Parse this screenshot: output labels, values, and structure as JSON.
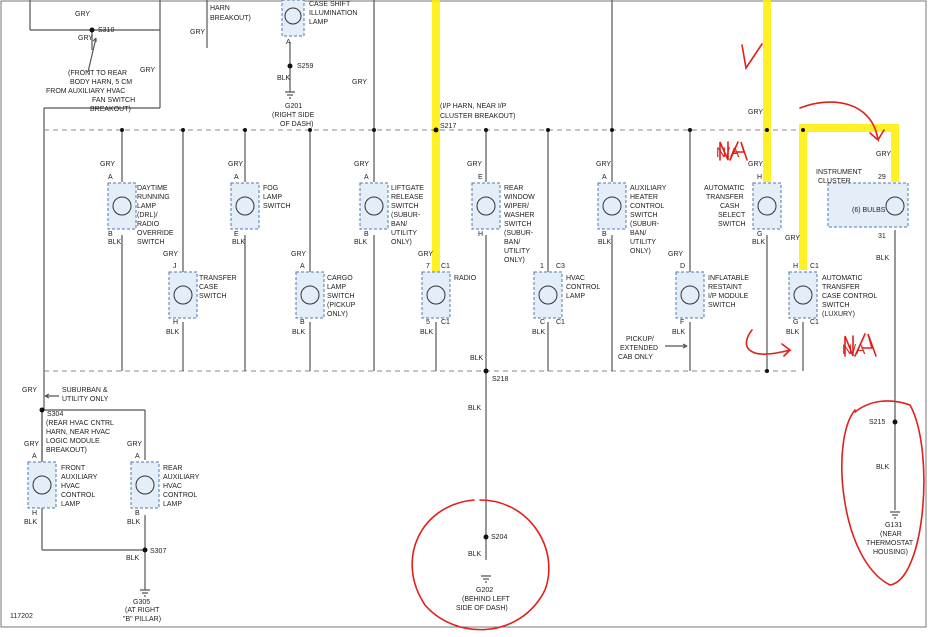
{
  "wire": {
    "gry": "GRY",
    "blk": "BLK"
  },
  "splices": {
    "s310": "S310",
    "s259": "S259",
    "s217": "S217",
    "s218": "S218",
    "s304": "S304",
    "s307": "S307",
    "s204": "S204",
    "s215": "S215"
  },
  "grounds": {
    "g201": "G201",
    "g305": "G305",
    "g202": "G202",
    "g131": "G131"
  },
  "notes": {
    "harn_breakout_1": "HARN",
    "harn_breakout_2": "BREAKOUT)",
    "front_rear_1": "(FRONT TO REAR",
    "front_rear_2": "BODY HARN, 5 CM",
    "front_rear_3": "FROM AUXILIARY HVAC",
    "front_rear_4": "FAN SWITCH",
    "front_rear_5": "BREAKOUT)",
    "g201_1": "(RIGHT SIDE",
    "g201_2": "OF DASH)",
    "ip_1": "(I/P HARN, NEAR I/P",
    "ip_2": "CLUSTER BREAKOUT)",
    "suburban_1": "SUBURBAN &",
    "suburban_2": "UTILITY ONLY",
    "s304_1": "(REAR HVAC CNTRL",
    "s304_2": "HARN, NEAR HVAC",
    "s304_3": "LOGIC MODULE",
    "s304_4": "BREAKOUT)",
    "g305_1": "(AT RIGHT",
    "g305_2": "\"B\" PILLAR)",
    "g202_1": "(BEHIND LEFT",
    "g202_2": "SIDE OF DASH)",
    "g131_1": "(NEAR",
    "g131_2": "THERMOSTAT",
    "g131_3": "HOUSING)",
    "pickup_1": "PICKUP/",
    "pickup_2": "EXTENDED",
    "pickup_3": "CAB ONLY",
    "figure_id": "117202",
    "na_1": "N/A",
    "na_2": "N/A"
  },
  "components": {
    "case_shift": [
      "CASE SHIFT",
      "ILLUMINATION",
      "LAMP"
    ],
    "drl": [
      "DAYTIME",
      "RUNNING",
      "LAMP",
      "(DRL)/",
      "RADIO",
      "OVERRIDE",
      "SWITCH"
    ],
    "transfer_case": [
      "TRANSFER",
      "CASE",
      "SWITCH"
    ],
    "fog": [
      "FOG",
      "LAMP",
      "SWITCH"
    ],
    "cargo": [
      "CARGO",
      "LAMP",
      "SWITCH",
      "(PICKUP",
      "ONLY)"
    ],
    "liftgate": [
      "LIFTGATE",
      "RELEASE",
      "SWITCH",
      "(SUBUR-",
      "BAN/",
      "UTILITY",
      "ONLY)"
    ],
    "radio": [
      "RADIO"
    ],
    "rear_wiper": [
      "REAR",
      "WINDOW",
      "WIPER/",
      "WASHER",
      "SWITCH",
      "(SUBUR-",
      "BAN/",
      "UTILITY",
      "ONLY)"
    ],
    "hvac_control": [
      "HVAC",
      "CONTROL",
      "LAMP"
    ],
    "aux_heater": [
      "AUXILIARY",
      "HEATER",
      "CONTROL",
      "SWITCH",
      "(SUBUR-",
      "BAN/",
      "UTILITY",
      "ONLY)"
    ],
    "inflatable": [
      "INFLATABLE",
      "RESTAINT",
      "I/P MODULE",
      "SWITCH"
    ],
    "auto_cash": [
      "AUTOMATIC",
      "TRANSFER",
      "CASH",
      "SELECT",
      "SWITCH"
    ],
    "auto_control": [
      "AUTOMATIC",
      "TRANSFER",
      "CASE CONTROL",
      "SWITCH",
      "(LUXURY)"
    ],
    "instrument_cluster": [
      "INSTRUMENT",
      "CLUSTER"
    ],
    "bulbs": "(6) BULBS",
    "front_aux": [
      "FRONT",
      "AUXILIARY",
      "HVAC",
      "CONTROL",
      "LAMP"
    ],
    "rear_aux": [
      "REAR",
      "AUXILIARY",
      "HVAC",
      "CONTROL",
      "LAMP"
    ]
  },
  "pins": {
    "a": "A",
    "b": "B",
    "e": "E",
    "j": "J",
    "h": "H",
    "g": "G",
    "d": "D",
    "f": "F",
    "c": "C",
    "p1": "1",
    "p5": "5",
    "p7": "7",
    "p29": "29",
    "p31": "31",
    "c1": "C1",
    "c3": "C3"
  },
  "colors": {
    "highlight": "#ffee00",
    "annotation": "#e0201c",
    "component_fill": "#e4eef9"
  }
}
